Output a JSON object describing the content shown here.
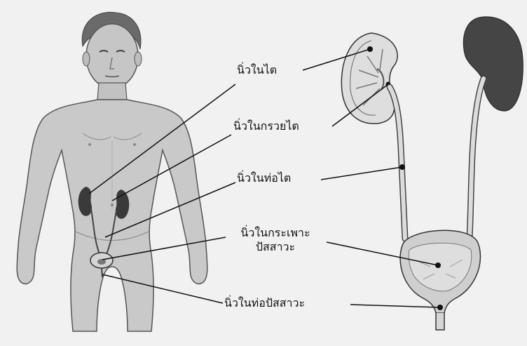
{
  "labels": {
    "kidney": "นิ่วในไต",
    "renal_pelvis": "นิ่วในกรวยไต",
    "ureter": "นิ่วในท่อไต",
    "bladder_line1": "นิ่วในกระเพาะ",
    "bladder_line2": "ปัสสาวะ",
    "urethra": "นิ่วในท่อปัสสาวะ"
  },
  "colors": {
    "background": "#f1f1f1",
    "skin": "#c9c9c9",
    "skin_outline": "#555555",
    "organ_dark": "#3a3a3a",
    "organ_light": "#d6d6d6",
    "leader_line": "#111111"
  }
}
